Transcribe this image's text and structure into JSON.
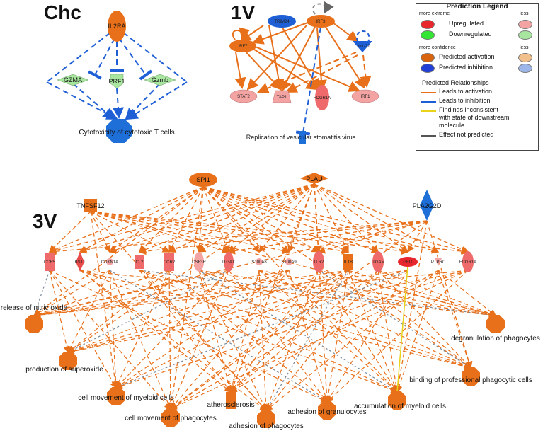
{
  "panels": {
    "chc": {
      "label": "Chc"
    },
    "v1": {
      "label": "1V"
    },
    "v3": {
      "label": "3V"
    }
  },
  "chc_nodes": {
    "il2ra": "IL2RA",
    "gzma": "GZMA",
    "prf1": "PRF1",
    "gzmb": "Gzmb",
    "cytotox": "Cytotoxicity of cytotoxic T cells"
  },
  "v1_nodes": {
    "trim24": "TRIM24",
    "irf3": "IRF3",
    "irf7": "IRF7",
    "mir21": "mir-21",
    "stat2": "STAT2",
    "tap1": "TAP1",
    "fcgr1a": "FCGR1A",
    "irf1": "IRF1",
    "replication": "Replication of vesicular stomatitis virus"
  },
  "v3_nodes": {
    "spi1": "SPI1",
    "plau": "PLAU",
    "tnfsf12": "TNFSF12",
    "pla2g2d": "PLA2G2D",
    "ccr5": "CCR5",
    "bst1": "BST1",
    "cdkn1a": "CDKN1A",
    "cl2": "CL2",
    "ccr2": "CCR2",
    "csf3r": "CSF3R",
    "itgax": "ITGAX",
    "s100a8": "S100A8",
    "s100a9": "S100A9",
    "tlr2": "TLR2",
    "il1b": "IL1B",
    "itgam": "ITGAM",
    "gfi1": "GFI1",
    "ptprc": "PTPRC",
    "fcgr1a": "FCGR1A"
  },
  "v3_functions": {
    "release_no": "release of nitric oxide",
    "degranulation": "degranulation of phagocytes",
    "superoxide": "production of superoxide",
    "binding": "binding of professional phagocytic cells",
    "movement_myeloid": "cell movement of myeloid cells",
    "atherosclerosis": "atherosclerosis",
    "movement_phago": "cell movement of phagocytes",
    "adhesion_phago": "adhesion of phagocytes",
    "adhesion_gran": "adhesion of granulocytes",
    "accumulation": "accumulation of myeloid cells"
  },
  "legend": {
    "title": "Prediction Legend",
    "more_extreme": "more extreme",
    "less": "less",
    "upregulated": "Upregulated",
    "downregulated": "Downregulated",
    "more_confidence": "more confidence",
    "less2": "less",
    "pred_activation": "Predicted activation",
    "pred_inhibition": "Predicted inhibition",
    "pred_relationships": "Predicted Relationships",
    "leads_activation": "Leads to activation",
    "leads_inhibition": "Leads to inhibition",
    "findings_1": "Findings inconsistent",
    "findings_2": "with state of downstream",
    "findings_3": "molecule",
    "effect_not_predicted": "Effect not predicted"
  },
  "colors": {
    "activation": "#e8701a",
    "inhibition": "#1f5fd6",
    "upregulated_strong": "#e8262d",
    "upregulated_light": "#f4a3a3",
    "downregulated_strong": "#33e633",
    "downregulated_light": "#a8e6a0",
    "activation_light": "#f2c08c",
    "inhibition_light": "#9db6ea",
    "inconsistent": "#e8d21a",
    "not_predicted": "#555555"
  }
}
